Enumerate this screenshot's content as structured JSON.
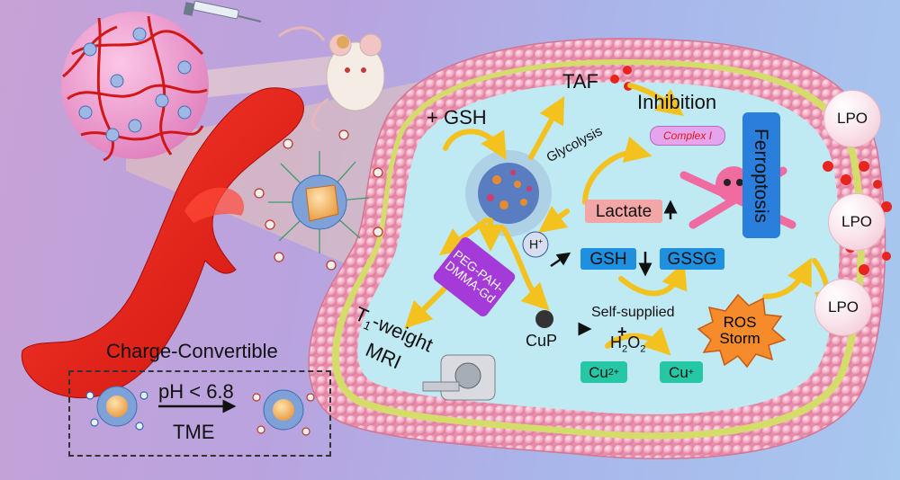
{
  "labels": {
    "gsh_plus": "+ GSH",
    "taf": "TAF",
    "inhibition": "Inhibition",
    "complex": "Complex I",
    "glycolysis": "Glycolysis",
    "ferroptosis": "Ferroptosis",
    "lactate": "Lactate",
    "h_plus": "H",
    "h_plus_sup": "+",
    "gsh": "GSH",
    "gssg": "GSSG",
    "peg": "PEG-PAH-DMMA-Gd",
    "t1_a": "T",
    "t1_sub": "1",
    "t1_b": "-weight",
    "mri": "MRI",
    "cup": "CuP",
    "self_supplied": "Self-supplied",
    "h2o2_h": "H",
    "h2o2_2a": "2",
    "h2o2_o": "O",
    "h2o2_2b": "2",
    "plus": "+",
    "cu2": "Cu",
    "cu2_sup": "2+",
    "cu1": "Cu",
    "cu1_sup": "+",
    "ros": "ROS Storm",
    "lpo_1": "LPO",
    "lpo_2": "LPO",
    "lpo_3": "LPO",
    "charge_title": "Charge-Convertible",
    "ph": "pH < 6.8",
    "tme": "TME"
  },
  "colors": {
    "membrane": "#f0a8bf",
    "cytoplasm": "#bfe9f3",
    "vessel": "#e8231c",
    "arrow": "#f3c21f",
    "tumor": "#f29bd0"
  }
}
